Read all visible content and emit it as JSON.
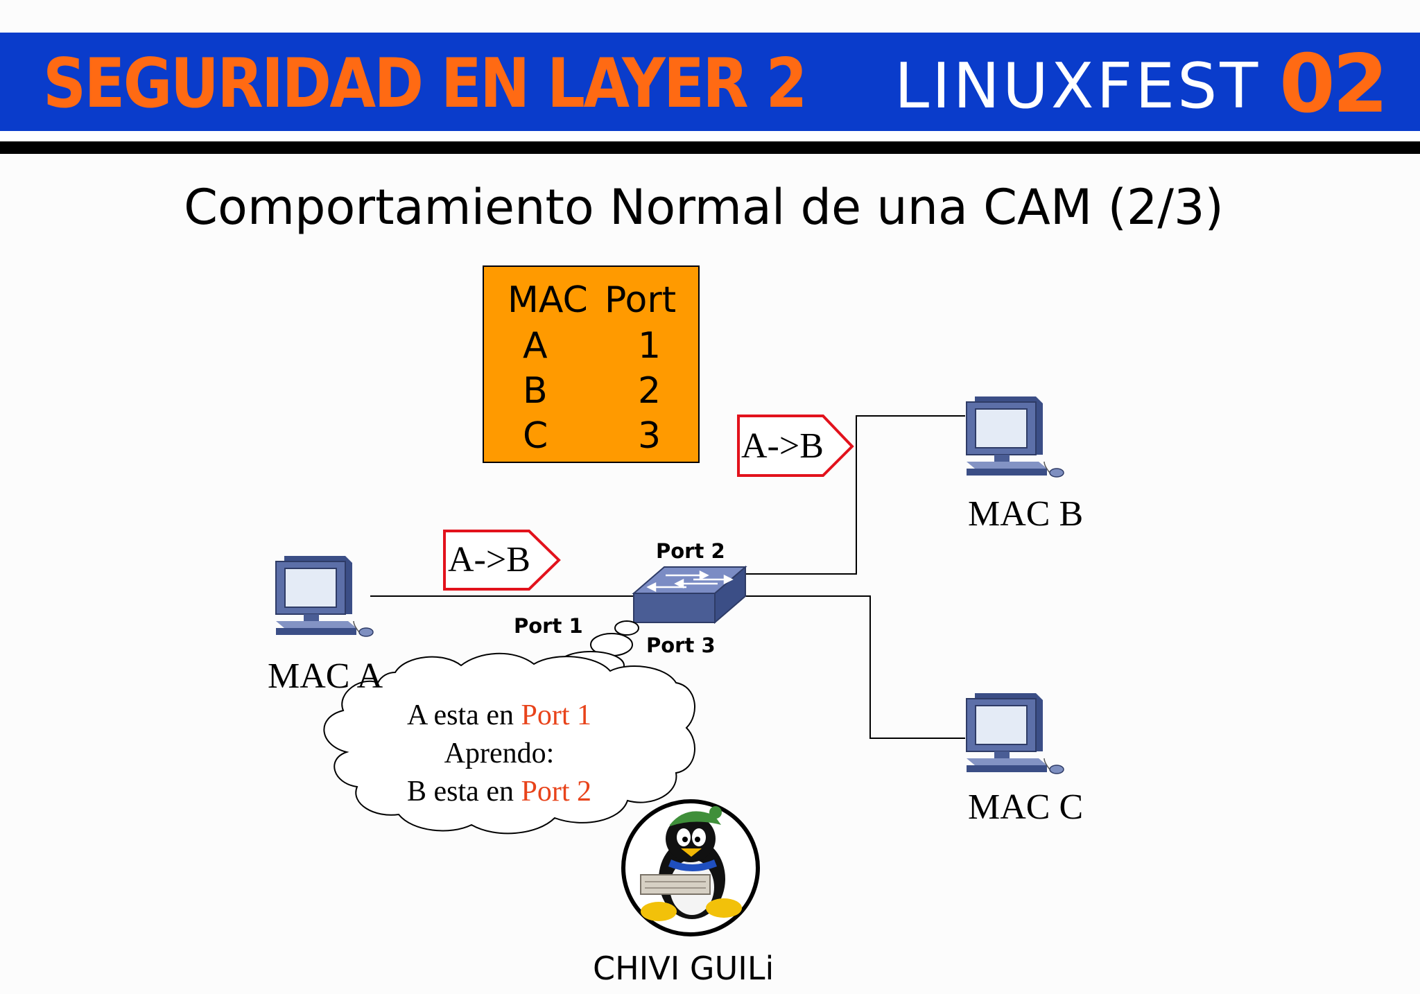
{
  "header": {
    "title": "SEGURIDAD EN LAYER 2",
    "brand": "LINUXFEST",
    "brand_number": "02",
    "colors": {
      "banner": "#0a3ccb",
      "accent": "#ff6a13"
    }
  },
  "slide": {
    "title": "Comportamiento Normal de una CAM (2/3)"
  },
  "cam_table": {
    "headers": {
      "mac": "MAC",
      "port": "Port"
    },
    "rows": [
      {
        "mac": "A",
        "port": "1"
      },
      {
        "mac": "B",
        "port": "2"
      },
      {
        "mac": "C",
        "port": "3"
      }
    ],
    "color": "#ff9a00"
  },
  "diagram": {
    "hosts": {
      "a": "MAC A",
      "b": "MAC B",
      "c": "MAC C"
    },
    "ports": {
      "p1": "Port 1",
      "p2": "Port 2",
      "p3": "Port 3"
    },
    "frames": {
      "to_switch": "A->B",
      "to_b": "A->B"
    },
    "thought": {
      "line1_prefix": "A esta en ",
      "line1_port": "Port 1",
      "line2": "Aprendo:",
      "line3_prefix": "B esta en ",
      "line3_port": "Port 2"
    }
  },
  "mascot": {
    "caption": "CHIVI GUILi",
    "icon": "penguin-mascot-icon"
  }
}
